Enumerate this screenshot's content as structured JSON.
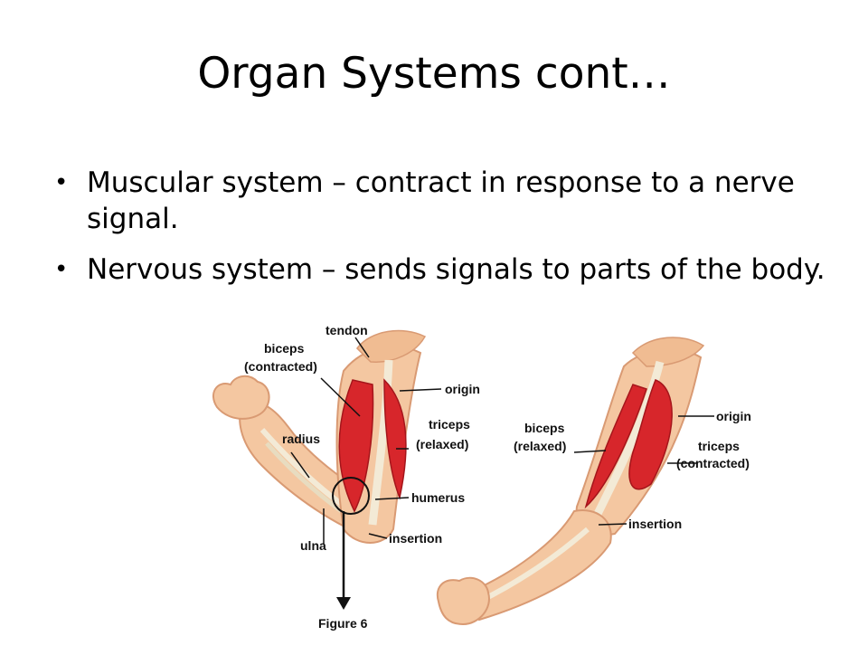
{
  "slide": {
    "title": "Organ Systems cont…",
    "bullets": [
      "Muscular system – contract in response to a nerve signal.",
      "Nervous system – sends signals to parts of the body."
    ],
    "bullet_glyph": "•"
  },
  "figure": {
    "labels": {
      "tendon": "tendon",
      "biceps_contracted_1": "biceps",
      "biceps_contracted_2": "(contracted)",
      "origin_left": "origin",
      "triceps_relaxed_1": "triceps",
      "triceps_relaxed_2": "(relaxed)",
      "radius": "radius",
      "humerus": "humerus",
      "ulna": "ulna",
      "insertion_left": "insertion",
      "figure_caption": "Figure 6",
      "biceps_relaxed_1": "biceps",
      "biceps_relaxed_2": "(relaxed)",
      "origin_right": "origin",
      "triceps_contracted_1": "triceps",
      "triceps_contracted_2": "(contracted)",
      "insertion_right": "insertion"
    },
    "colors": {
      "skin": "#f4c7a1",
      "skin_edge": "#d99a73",
      "muscle": "#d7262b",
      "muscle_dark": "#a5151b",
      "bone": "#f3ead6",
      "line": "#111111"
    }
  }
}
